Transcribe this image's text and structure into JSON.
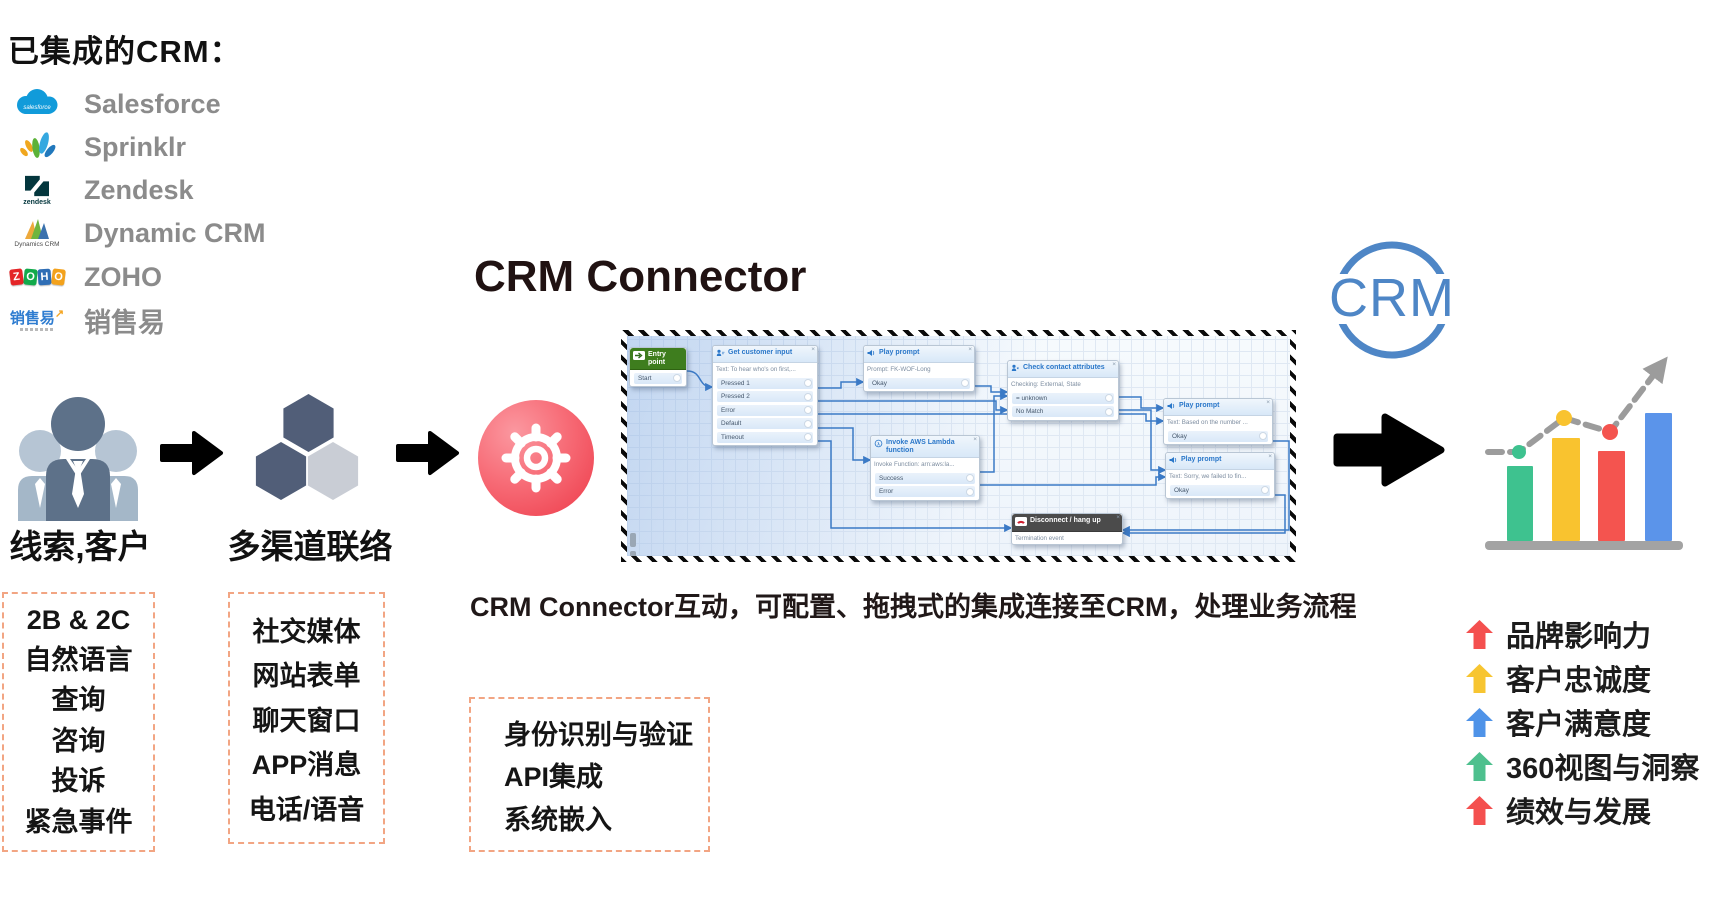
{
  "integrated": {
    "heading": "已集成的CRM：",
    "vendors": [
      {
        "name": "Salesforce",
        "icon": "salesforce-cloud-logo",
        "logo_text": "salesforce"
      },
      {
        "name": "Sprinklr",
        "icon": "sprinklr-splash-logo"
      },
      {
        "name": "Zendesk",
        "icon": "zendesk-logo",
        "logo_text": "zendesk"
      },
      {
        "name": "Dynamic CRM",
        "icon": "dynamics-crm-logo",
        "logo_text": "Dynamics CRM"
      },
      {
        "name": "ZOHO",
        "icon": "zoho-logo"
      },
      {
        "name": "销售易",
        "icon": "xiaoshouyi-logo",
        "logo_text": "销售易"
      }
    ],
    "zoho_letters": [
      "Z",
      "O",
      "H",
      "O"
    ]
  },
  "pipeline": {
    "leads_label": "线索,客户",
    "channels_label": "多渠道联络"
  },
  "connector": {
    "title": "CRM Connector",
    "caption": "CRM Connector互动，可配置、拖拽式的集成连接至CRM，处理业务流程",
    "flow": {
      "entry": {
        "title": "Entry point",
        "row": "Start"
      },
      "get_input": {
        "title": "Get customer input",
        "desc": "Text: To hear who's on first,...",
        "rows": [
          "Pressed 1",
          "Pressed 2",
          "Error",
          "Default",
          "Timeout"
        ]
      },
      "play1": {
        "title": "Play prompt",
        "desc": "Prompt: FK-WOF-Long",
        "rows": [
          "Okay"
        ]
      },
      "check": {
        "title": "Check contact attributes",
        "desc": "Checking: External, State",
        "rows": [
          "= unknown",
          "No Match"
        ]
      },
      "lambda": {
        "title": "Invoke AWS Lambda function",
        "desc": "Invoke Function: arn:aws:la...",
        "rows": [
          "Success",
          "Error"
        ]
      },
      "play2": {
        "title": "Play prompt",
        "desc": "Text: Based on the number ...",
        "rows": [
          "Okay"
        ]
      },
      "play3": {
        "title": "Play prompt",
        "desc": "Text: Sorry, we failed to fin...",
        "rows": [
          "Okay"
        ]
      },
      "disconnect": {
        "title": "Disconnect / hang up",
        "desc": "Termination event"
      }
    }
  },
  "crm_badge": {
    "text": "CRM",
    "color": "#4e86c6"
  },
  "chart_icon": {
    "bar_colors": [
      "#3ec28f",
      "#f9c32f",
      "#f4544f",
      "#5b94ea"
    ],
    "dot_colors": [
      "#3ec28f",
      "#f9c32f",
      "#f4544f"
    ],
    "line_color": "#9c9c9c",
    "platform_color": "#a3a3a3"
  },
  "outcomes": {
    "items": [
      {
        "label": "品牌影响力",
        "arrow_color": "#f4504f"
      },
      {
        "label": "客户忠诚度",
        "arrow_color": "#f7c531"
      },
      {
        "label": "客户满意度",
        "arrow_color": "#4f93e8"
      },
      {
        "label": "360视图与洞察",
        "arrow_color": "#4ec08e"
      },
      {
        "label": "绩效与发展",
        "arrow_color": "#f4504f"
      }
    ]
  },
  "boxes": {
    "inputs": {
      "items": [
        "2B & 2C",
        "自然语言",
        "查询",
        "咨询",
        "投诉",
        "紧急事件"
      ]
    },
    "channels": {
      "items": [
        "社交媒体",
        "网站表单",
        "聊天窗口",
        "APP消息",
        "电话/语音"
      ]
    },
    "capabilities": {
      "items": [
        "身份识别与验证",
        "API集成",
        "系统嵌入"
      ]
    }
  },
  "brand_colors": {
    "salesforce_blue": "#119bda",
    "zendesk_dark": "#03363d",
    "zoho_tiles": [
      "#e42527",
      "#12aa4b",
      "#2f6eb5",
      "#f3a21c"
    ],
    "xiaoshouyi_blue": "#2e7cd0",
    "xiaoshouyi_orange": "#f5a623",
    "gear_pink": "#f2505c",
    "dashed_box_border": "#f2a583",
    "people_dark": "#5d7189",
    "people_light": "#a9bccd",
    "hexagon_dark": "#515e78",
    "hexagon_light": "#c9cdd5"
  }
}
